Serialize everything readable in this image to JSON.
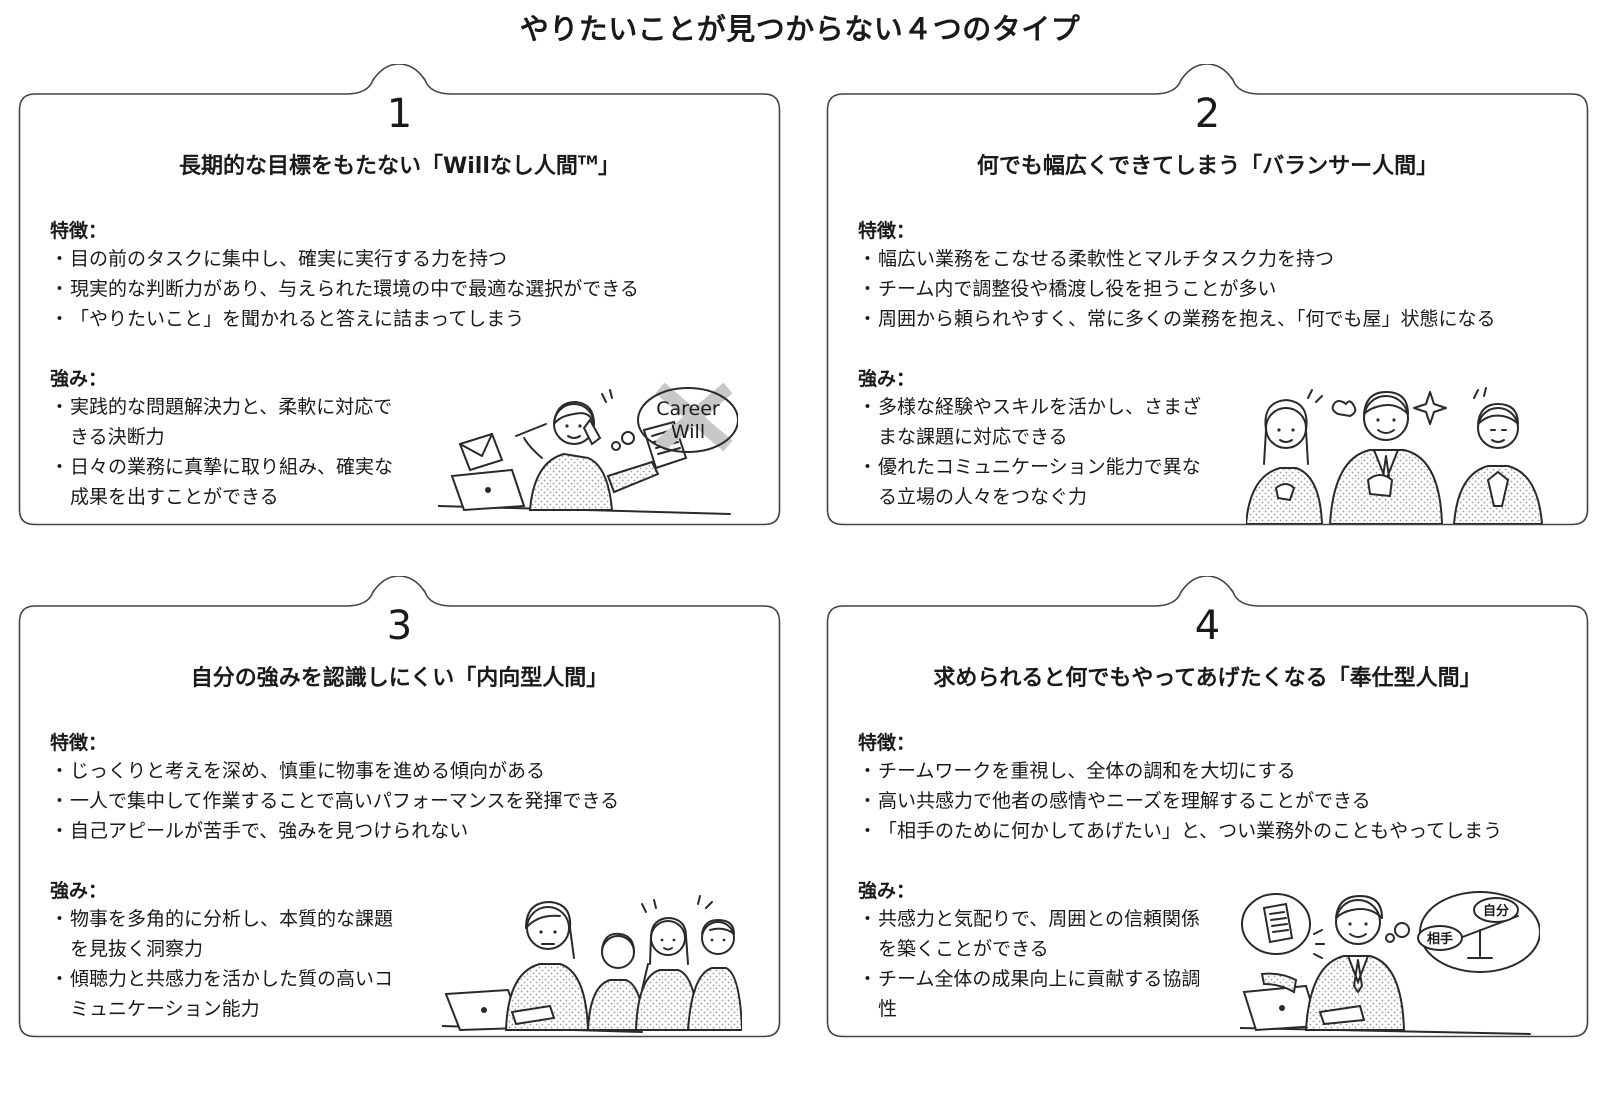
{
  "title": "やりたいことが見つからない４つのタイプ",
  "feature_label": "特徴：",
  "strength_label": "強み：",
  "cards": [
    {
      "number": "1",
      "title": "長期的な目標をもたない「Willなし人間",
      "title_tm": "TM",
      "title_end": "」",
      "features": [
        "目の前のタスクに集中し、確実に実行する力を持つ",
        "現実的な判断力があり、与えられた環境の中で最適な選択ができる",
        "「やりたいこと」を聞かれると答えに詰まってしまう"
      ],
      "strengths": [
        "実践的な問題解決力と、柔軟に対応できる決断力",
        "日々の業務に真摯に取り組み、確実な成果を出すことができる"
      ],
      "bubble_line1": "Career",
      "bubble_line2": "Will"
    },
    {
      "number": "2",
      "title": "何でも幅広くできてしまう「バランサー人間」",
      "features": [
        "幅広い業務をこなせる柔軟性とマルチタスク力を持つ",
        "チーム内で調整役や橋渡し役を担うことが多い",
        "周囲から頼られやすく、常に多くの業務を抱え、「何でも屋」状態になる"
      ],
      "strengths": [
        "多様な経験やスキルを活かし、さまざまな課題に対応できる",
        "優れたコミュニケーション能力で異なる立場の人々をつなぐ力"
      ]
    },
    {
      "number": "3",
      "title": "自分の強みを認識しにくい「内向型人間」",
      "features": [
        "じっくりと考えを深め、慎重に物事を進める傾向がある",
        "一人で集中して作業することで高いパフォーマンスを発揮できる",
        "自己アピールが苦手で、強みを見つけられない"
      ],
      "strengths": [
        "物事を多角的に分析し、本質的な課題を見抜く洞察力",
        "傾聴力と共感力を活かした質の高いコミュニケーション能力"
      ]
    },
    {
      "number": "4",
      "title": "求められると何でもやってあげたくなる「奉仕型人間」",
      "features": [
        "チームワークを重視し、全体の調和を大切にする",
        "高い共感力で他者の感情やニーズを理解することができる",
        "「相手のために何かしてあげたい」と、つい業務外のこともやってしまう"
      ],
      "strengths": [
        "共感力と気配りで、周囲との信頼関係を築くことができる",
        "チーム全体の成果向上に貢献する協調性"
      ],
      "scale_left": "相手",
      "scale_right": "自分"
    }
  ]
}
